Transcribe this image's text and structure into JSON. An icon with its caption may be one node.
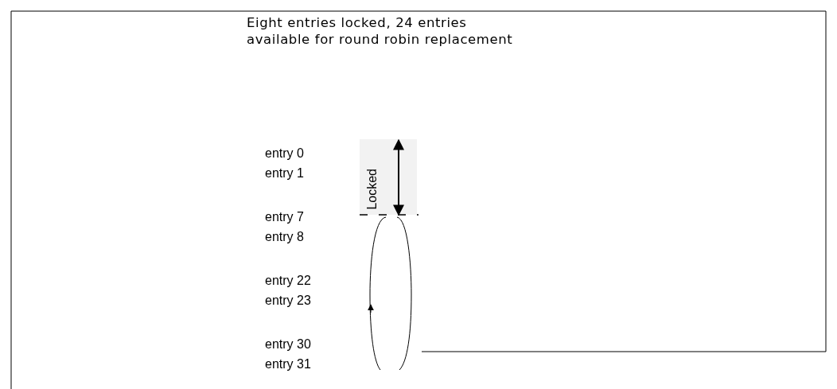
{
  "diagram": {
    "title": "Eight entries locked, 24 entries available for round robin replacement",
    "nodes": [
      {
        "text": [
          "Locked"
        ]
      }
    ],
    "labels": [
      "entry 0",
      "entry 1",
      "entry 7",
      "entry 8",
      "entry 22",
      "entry 23",
      "entry 30",
      "entry 31"
    ]
  }
}
